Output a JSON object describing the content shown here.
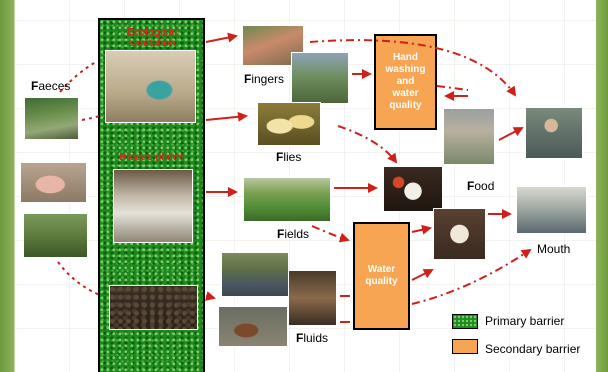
{
  "labels": {
    "faeces_initial": "F",
    "faeces_rest": "aeces",
    "fingers_initial": "F",
    "fingers_rest": "ingers",
    "flies_initial": "F",
    "flies_rest": "lies",
    "fields_initial": "F",
    "fields_rest": "ields",
    "fluids_initial": "F",
    "fluids_rest": "luids",
    "food_initial": "F",
    "food_rest": "ood",
    "mouth": "Mouth"
  },
  "barrier_labels": {
    "ecological_line1": "Ecological",
    "ecological_line2": "sanitation",
    "biogas": "Biogas plants"
  },
  "secondary_boxes": {
    "hand_washing_line1": "Hand",
    "hand_washing_line2": "washing",
    "hand_washing_line3": "and",
    "hand_washing_line4": "water",
    "hand_washing_line5": "quality",
    "water_quality_line1": "Water",
    "water_quality_line2": "quality"
  },
  "legend": {
    "primary": "Primary barrier",
    "secondary": "Secondary barrier"
  },
  "colors": {
    "arrow": "#d0201a",
    "primary_barrier": "#1e8a1e",
    "secondary_barrier": "#f7a552",
    "barrier_text": "#c62f1a"
  },
  "photos": [
    {
      "name": "faeces-forest-photo",
      "theme": "forest"
    },
    {
      "name": "faeces-pig-photo",
      "theme": "pigs"
    },
    {
      "name": "faeces-field-photo",
      "theme": "field"
    },
    {
      "name": "ecosan-toilet-photo",
      "theme": "toilet"
    },
    {
      "name": "biogas-plant-photo",
      "theme": "biogas"
    },
    {
      "name": "biogas-slurry-photo",
      "theme": "slurry"
    },
    {
      "name": "fingers-market-photo",
      "theme": "market"
    },
    {
      "name": "fingers-village-photo",
      "theme": "village"
    },
    {
      "name": "flies-fruit-photo",
      "theme": "fruit"
    },
    {
      "name": "fields-rice-photo",
      "theme": "rice"
    },
    {
      "name": "fluids-canal-photo",
      "theme": "canal"
    },
    {
      "name": "fluids-jar-photo",
      "theme": "jar"
    },
    {
      "name": "fluids-kitchen-photo",
      "theme": "kitchen"
    },
    {
      "name": "food-plate-photo",
      "theme": "plate"
    },
    {
      "name": "food-vendor-photo",
      "theme": "vendor"
    },
    {
      "name": "food-meal-photo",
      "theme": "meal"
    },
    {
      "name": "mouth-eating-photo",
      "theme": "eating"
    },
    {
      "name": "mouth-table-photo",
      "theme": "table"
    }
  ]
}
